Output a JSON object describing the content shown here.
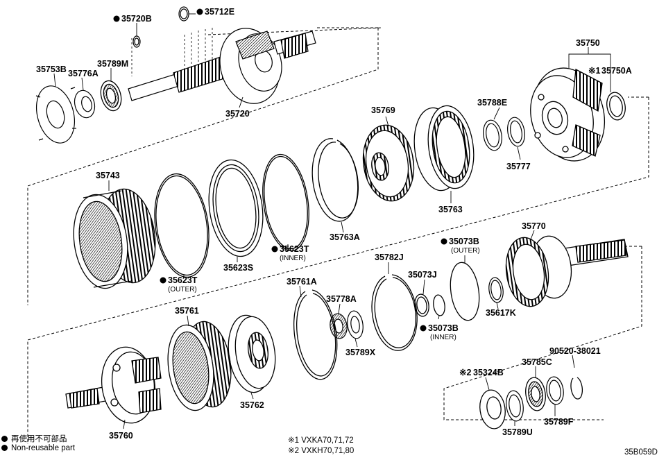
{
  "diagram_code": "35B059D",
  "legend": {
    "japanese": "再使用不可部品",
    "english": "Non-reusable part"
  },
  "notes": [
    {
      "mark": "※1",
      "text": "VXKA70,71,72"
    },
    {
      "mark": "※2",
      "text": "VXKH70,71,80"
    }
  ],
  "parts": [
    {
      "id": "35712E",
      "non_reusable": true
    },
    {
      "id": "35720B",
      "non_reusable": true
    },
    {
      "id": "35753B"
    },
    {
      "id": "35776A"
    },
    {
      "id": "35789M"
    },
    {
      "id": "35720"
    },
    {
      "id": "35750"
    },
    {
      "id": "35750A",
      "mark": "※1"
    },
    {
      "id": "35769"
    },
    {
      "id": "35788E"
    },
    {
      "id": "35777"
    },
    {
      "id": "35763"
    },
    {
      "id": "35743"
    },
    {
      "id": "35763A"
    },
    {
      "id": "35623S"
    },
    {
      "id": "35623T",
      "non_reusable": true,
      "sub": "(INNER)"
    },
    {
      "id": "35623T",
      "non_reusable": true,
      "sub": "(OUTER)"
    },
    {
      "id": "35770"
    },
    {
      "id": "35073B",
      "non_reusable": true,
      "sub": "(OUTER)"
    },
    {
      "id": "35782J"
    },
    {
      "id": "35073J"
    },
    {
      "id": "35617K"
    },
    {
      "id": "35073B",
      "non_reusable": true,
      "sub": "(INNER)"
    },
    {
      "id": "35761A"
    },
    {
      "id": "35778A"
    },
    {
      "id": "35789X"
    },
    {
      "id": "35761"
    },
    {
      "id": "35762"
    },
    {
      "id": "35760"
    },
    {
      "id": "90520-38021"
    },
    {
      "id": "35324B",
      "mark": "※2"
    },
    {
      "id": "35785C"
    },
    {
      "id": "35789F"
    },
    {
      "id": "35789U"
    }
  ]
}
